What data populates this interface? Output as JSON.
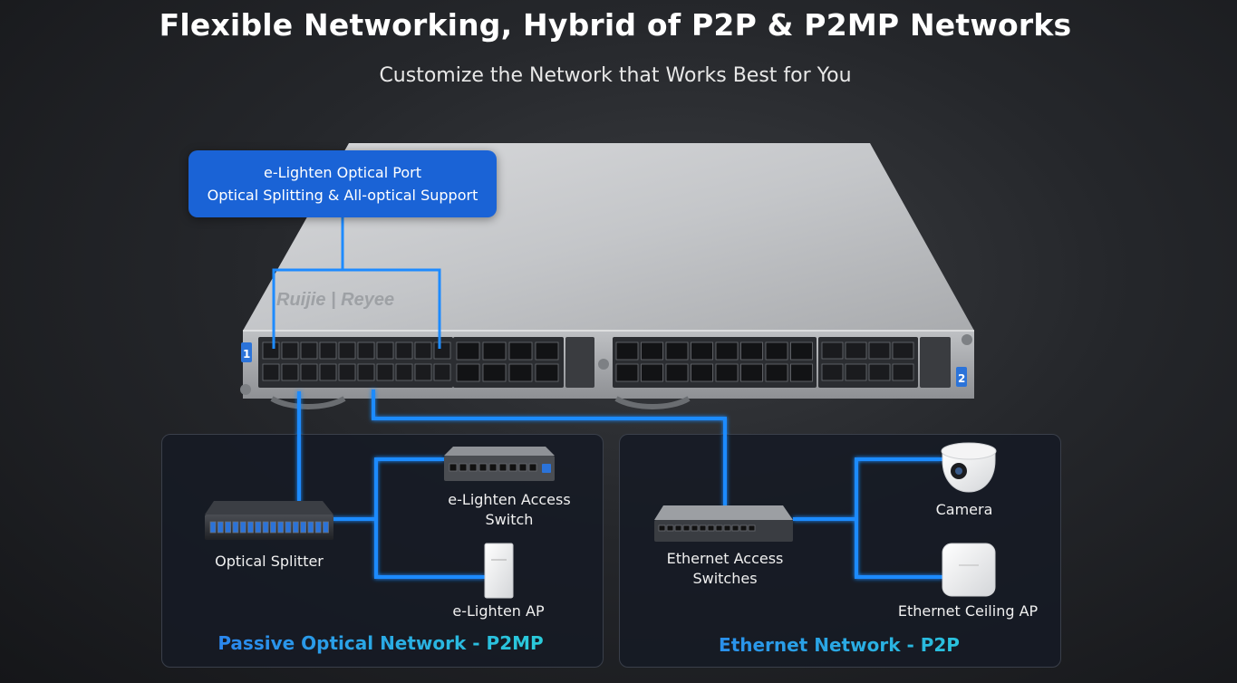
{
  "header": {
    "title": "Flexible Networking, Hybrid of P2P & P2MP Networks",
    "subtitle": "Customize the Network that Works Best for You"
  },
  "switch": {
    "brand": "Ruijie | Reyee",
    "slot_1": "1",
    "slot_2": "2"
  },
  "callout": {
    "line1": "e-Lighten Optical Port",
    "line2": "Optical Splitting & All-optical Support"
  },
  "pon_panel": {
    "splitter_label": "Optical Splitter",
    "access_switch_label_line1": "e-Lighten Access",
    "access_switch_label_line2": "Switch",
    "ap_label": "e-Lighten AP",
    "network_title": "Passive Optical Network - P2MP"
  },
  "eth_panel": {
    "switch_label_line1": "Ethernet Access",
    "switch_label_line2": "Switches",
    "camera_label": "Camera",
    "ceiling_ap_label": "Ethernet Ceiling AP",
    "network_title": "Ethernet Network - P2P"
  },
  "colors": {
    "link_blue": "#1e8bff",
    "callout_blue": "#1a63d6",
    "title_gradient_start": "#2a7ff0",
    "title_gradient_end": "#2ad3d8"
  }
}
